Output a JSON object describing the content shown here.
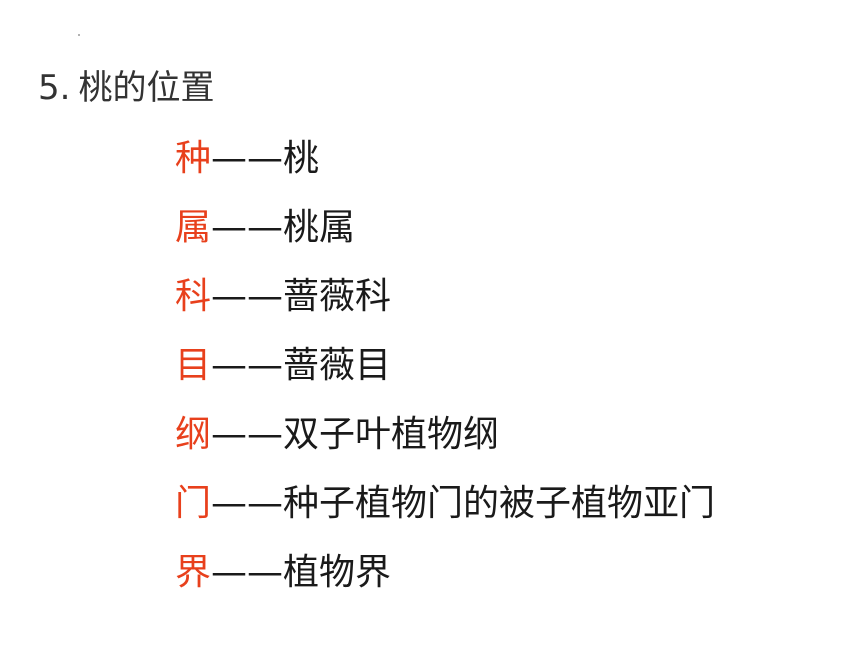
{
  "title": {
    "number": "5.",
    "text": "桃的位置"
  },
  "colors": {
    "rank": "#e8401c",
    "text": "#1a1a1a"
  },
  "rows": [
    {
      "rank": "种",
      "separator": "——",
      "value": "桃"
    },
    {
      "rank": "属",
      "separator": "——",
      "value": "桃属"
    },
    {
      "rank": "科",
      "separator": "——",
      "value": "蔷薇科"
    },
    {
      "rank": "目",
      "separator": "——",
      "value": "蔷薇目"
    },
    {
      "rank": "纲",
      "separator": "——",
      "value": "双子叶植物纲"
    },
    {
      "rank": "门",
      "separator": "——",
      "value": "种子植物门的被子植物亚门"
    },
    {
      "rank": "界",
      "separator": "——",
      "value": "植物界"
    }
  ]
}
